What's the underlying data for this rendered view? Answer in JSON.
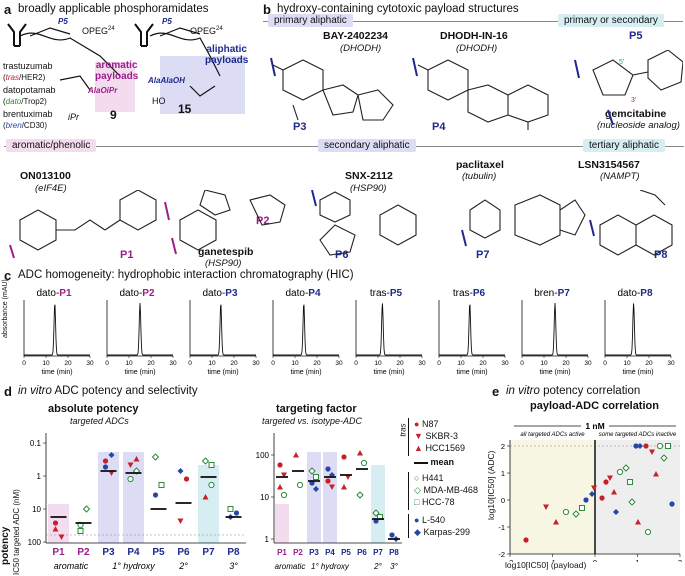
{
  "panels": {
    "a": {
      "letter": "a",
      "title": "broadly applicable phosphoramidates",
      "p5": "P5",
      "peg1": "OPEG",
      "peg1_sup": "24",
      "peg2": "OPEG",
      "peg2_sup": "24",
      "aromatic": "aromatic",
      "aromatic2": "payloads",
      "aliphatic": "aliphatic",
      "aliphatic2": "payloads",
      "ala_left": "AlaOiPr",
      "ala_right": "AlaAlaOH",
      "ipr": "iPr",
      "num_left": "9",
      "num_right": "15",
      "ho": "HO",
      "antibodies": [
        {
          "name": "trastuzumab",
          "abbr": "tras",
          "target": "HER2"
        },
        {
          "name": "datopotamab",
          "abbr": "dato",
          "target": "Trop2"
        },
        {
          "name": "brentuximab",
          "abbr": "bren",
          "target": "CD30"
        }
      ]
    },
    "b": {
      "letter": "b",
      "title": "hydroxy-containing cytotoxic payload structures",
      "tags": [
        "primary aliphatic",
        "primary or secondary",
        "aromatic/phenolic",
        "secondary aliphatic",
        "tertiary aliphatic"
      ],
      "compounds": [
        {
          "name": "BAY-2402234",
          "target": "(DHODH)",
          "code": "P3"
        },
        {
          "name": "DHODH-IN-16",
          "target": "(DHODH)",
          "code": "P4"
        },
        {
          "name": "gemcitabine",
          "target": "(nucleoside analog)",
          "code": "P5"
        },
        {
          "name": "ON013100",
          "target": "(eIF4E)",
          "code": "P1"
        },
        {
          "name": "ganetespib",
          "target": "(HSP90)",
          "code": "P2"
        },
        {
          "name": "SNX-2112",
          "target": "(HSP90)",
          "code": "P6"
        },
        {
          "name": "paclitaxel",
          "target": "(tubulin)",
          "code": "P7"
        },
        {
          "name": "LSN3154567",
          "target": "(NAMPT)",
          "code": "P8"
        }
      ]
    },
    "c": {
      "letter": "c",
      "title": "ADC homogeneity: hydrophobic interaction chromatography (HIC)",
      "ylabel": "absorbance (mAU)",
      "xlabel": "time (min)",
      "ticks": [
        "0",
        "10",
        "20",
        "30"
      ],
      "traces": [
        {
          "ab": "dato-",
          "p": "P1",
          "peak": 14
        },
        {
          "ab": "dato-",
          "p": "P2",
          "peak": 15
        },
        {
          "ab": "dato-",
          "p": "P3",
          "peak": 14
        },
        {
          "ab": "dato-",
          "p": "P4",
          "peak": 14
        },
        {
          "ab": "tras-",
          "p": "P5",
          "peak": 12
        },
        {
          "ab": "tras-",
          "p": "P6",
          "peak": 14
        },
        {
          "ab": "bren-",
          "p": "P7",
          "peak": 15
        },
        {
          "ab": "dato-",
          "p": "P8",
          "peak": 13
        }
      ]
    },
    "d": {
      "letter": "d",
      "title_it": "in vitro",
      "title": "ADC potency and selectivity",
      "abs_title": "absolute potency",
      "abs_sub": "targeted ADCs",
      "tf_title": "targeting factor",
      "tf_sub": "targeted vs. isotype-ADC",
      "ylabel1": "potency",
      "ylabel2": "IC50 targeted ADC (nM)",
      "abs_ticks": [
        "0.1",
        "1",
        "10",
        "100"
      ],
      "tf_ticks": [
        "100",
        "10",
        "1"
      ],
      "categories": [
        "P1",
        "P2",
        "P3",
        "P4",
        "P5",
        "P6",
        "P7",
        "P8"
      ],
      "groups": [
        "aromatic",
        "1° hydroxy",
        "2°",
        "3°"
      ],
      "legend": {
        "tras": [
          "N87",
          "SKBR-3",
          "HCC1569"
        ],
        "mean": "mean",
        "dato": [
          "H441",
          "MDA-MB-468",
          "HCC-78"
        ],
        "bren": [
          "L-540",
          "Karpas-299"
        ]
      }
    },
    "e": {
      "letter": "e",
      "title_it": "in vitro",
      "title": "potency correlation",
      "chart_title": "payload-ADC correlation",
      "left_note": "all targeted ADCs active",
      "right_note": "some targeted ADCs inactive",
      "center": "1 nM",
      "xlabel": "log10[IC50] (payload)",
      "ylabel": "log10[IC50] (ADC)",
      "xticks": [
        "-2",
        "-1",
        "0",
        "1",
        "2"
      ],
      "yticks": [
        "2",
        "1",
        "0",
        "-1",
        "-2"
      ]
    }
  },
  "chart_data": {
    "type": "line",
    "title": "ADC homogeneity: hydrophobic interaction chromatography (HIC)",
    "xlabel": "time (min)",
    "ylabel": "absorbance (mAU)",
    "xlim": [
      0,
      30
    ],
    "series": [
      {
        "name": "dato-P1",
        "peak_time": 14
      },
      {
        "name": "dato-P2",
        "peak_time": 15
      },
      {
        "name": "dato-P3",
        "peak_time": 14
      },
      {
        "name": "dato-P4",
        "peak_time": 14
      },
      {
        "name": "tras-P5",
        "peak_time": 12
      },
      {
        "name": "tras-P6",
        "peak_time": 14
      },
      {
        "name": "bren-P7",
        "peak_time": 15
      },
      {
        "name": "dato-P8",
        "peak_time": 13
      }
    ]
  },
  "colors": {
    "pink": "#f4dcef",
    "blue": "#dcdcf5",
    "cyan": "#d6eef2",
    "magenta": "#9a1e8c",
    "navy": "#1d2a8c",
    "red": "#c8202a",
    "green": "#2f8a3a",
    "blueDot": "#2546a8"
  }
}
